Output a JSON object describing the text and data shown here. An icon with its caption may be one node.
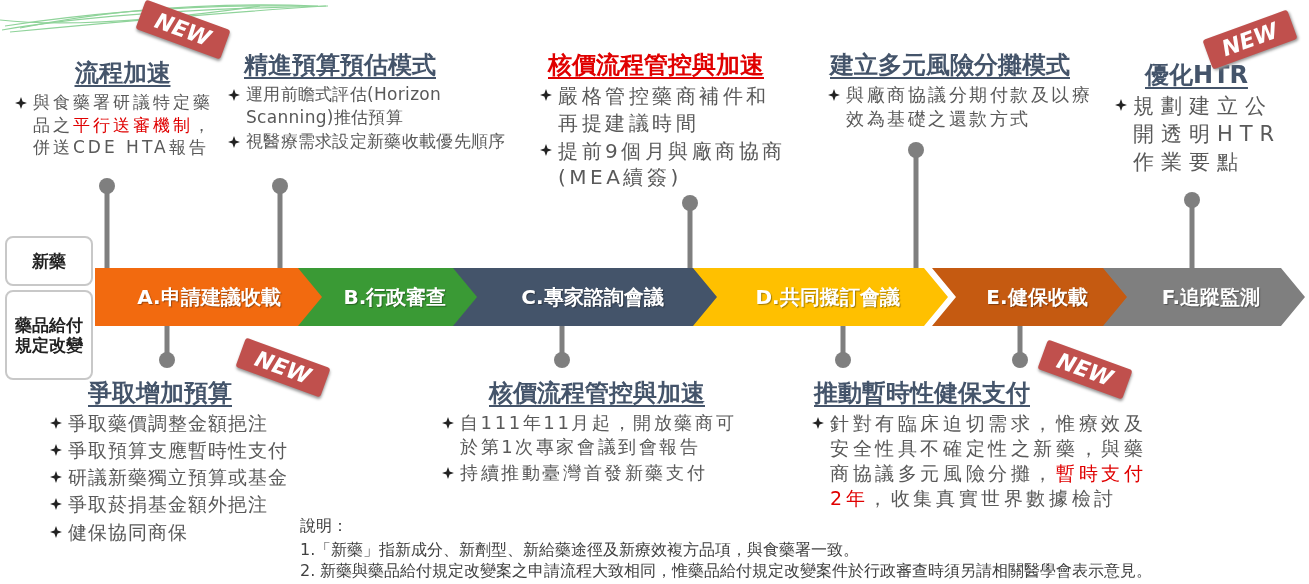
{
  "diagram": {
    "nodes": [
      {
        "text": [
          "新藥"
        ]
      },
      {
        "text": [
          "藥品給付規定改變"
        ]
      },
      {
        "text": [
          "A.申請建議收載"
        ]
      },
      {
        "text": [
          "B.行政審查"
        ]
      },
      {
        "text": [
          "C.專家諮詢會議"
        ]
      },
      {
        "text": [
          "D.共同擬訂會議"
        ]
      },
      {
        "text": [
          "E.健保收載"
        ]
      },
      {
        "text": [
          "F.追蹤監測"
        ]
      },
      {
        "text": [
          "流程加速",
          "與食藥署研議特定藥品之**平行送審機制**，併送CDE HTA報告"
        ]
      },
      {
        "text": [
          "精進預算預估模式",
          "運用前瞻式評估(Horizon Scanning)推估預算",
          "視醫療需求設定新藥收載優先順序"
        ]
      },
      {
        "text": [
          "核價流程管控與加速",
          "嚴格管控藥商補件和再提建議時間",
          "提前9個月與廠商協商(MEA續簽)"
        ]
      },
      {
        "text": [
          "建立多元風險分攤模式",
          "與廠商協議分期付款及以療效為基礎之還款方式"
        ]
      },
      {
        "text": [
          "優化HTR",
          "規劃建立公開透明HTR作業要點"
        ]
      },
      {
        "text": [
          "爭取增加預算",
          "爭取藥價調整金額挹注",
          "爭取預算支應暫時性支付",
          "研議新藥獨立預算或基金",
          "爭取菸捐基金額外挹注",
          "健保協同商保"
        ]
      },
      {
        "text": [
          "核價流程管控與加速",
          "自111年11月起，開放藥商可於第1次專家會議到會報告",
          "持續推動臺灣首發新藥支付"
        ]
      },
      {
        "text": [
          "推動暫時性健保支付",
          "針對有臨床迫切需求，惟療效及安全性具不確定性之新藥，與藥商協議多元風險分攤，**暫時支付2年**，收集真實世界數據檢討"
        ]
      }
    ],
    "edges": [
      {
        "from": 8,
        "to": 2,
        "arrow": "other"
      },
      {
        "from": 9,
        "to": 2,
        "arrow": "other"
      },
      {
        "from": 10,
        "to": 4,
        "arrow": "other"
      },
      {
        "from": 11,
        "to": 5,
        "arrow": "other"
      },
      {
        "from": 12,
        "to": 7,
        "arrow": "other"
      },
      {
        "from": 13,
        "to": 2,
        "arrow": "other"
      },
      {
        "from": 14,
        "to": 4,
        "arrow": "other"
      },
      {
        "from": 15,
        "to": 5,
        "arrow": "other"
      },
      {
        "from": 15,
        "to": 6,
        "arrow": "other"
      }
    ],
    "labels": [
      "NEW",
      "NEW",
      "NEW",
      "NEW",
      "說明：",
      "1.「新藥」指新成分、新劑型、新給藥途徑及新療效複方品項，與食藥署一致。",
      "2. 新藥與藥品給付規定改變案之申請流程大致相同，惟藥品給付規定改變案件於行政審查時須另請相關醫學會表示意見。"
    ]
  }
}
